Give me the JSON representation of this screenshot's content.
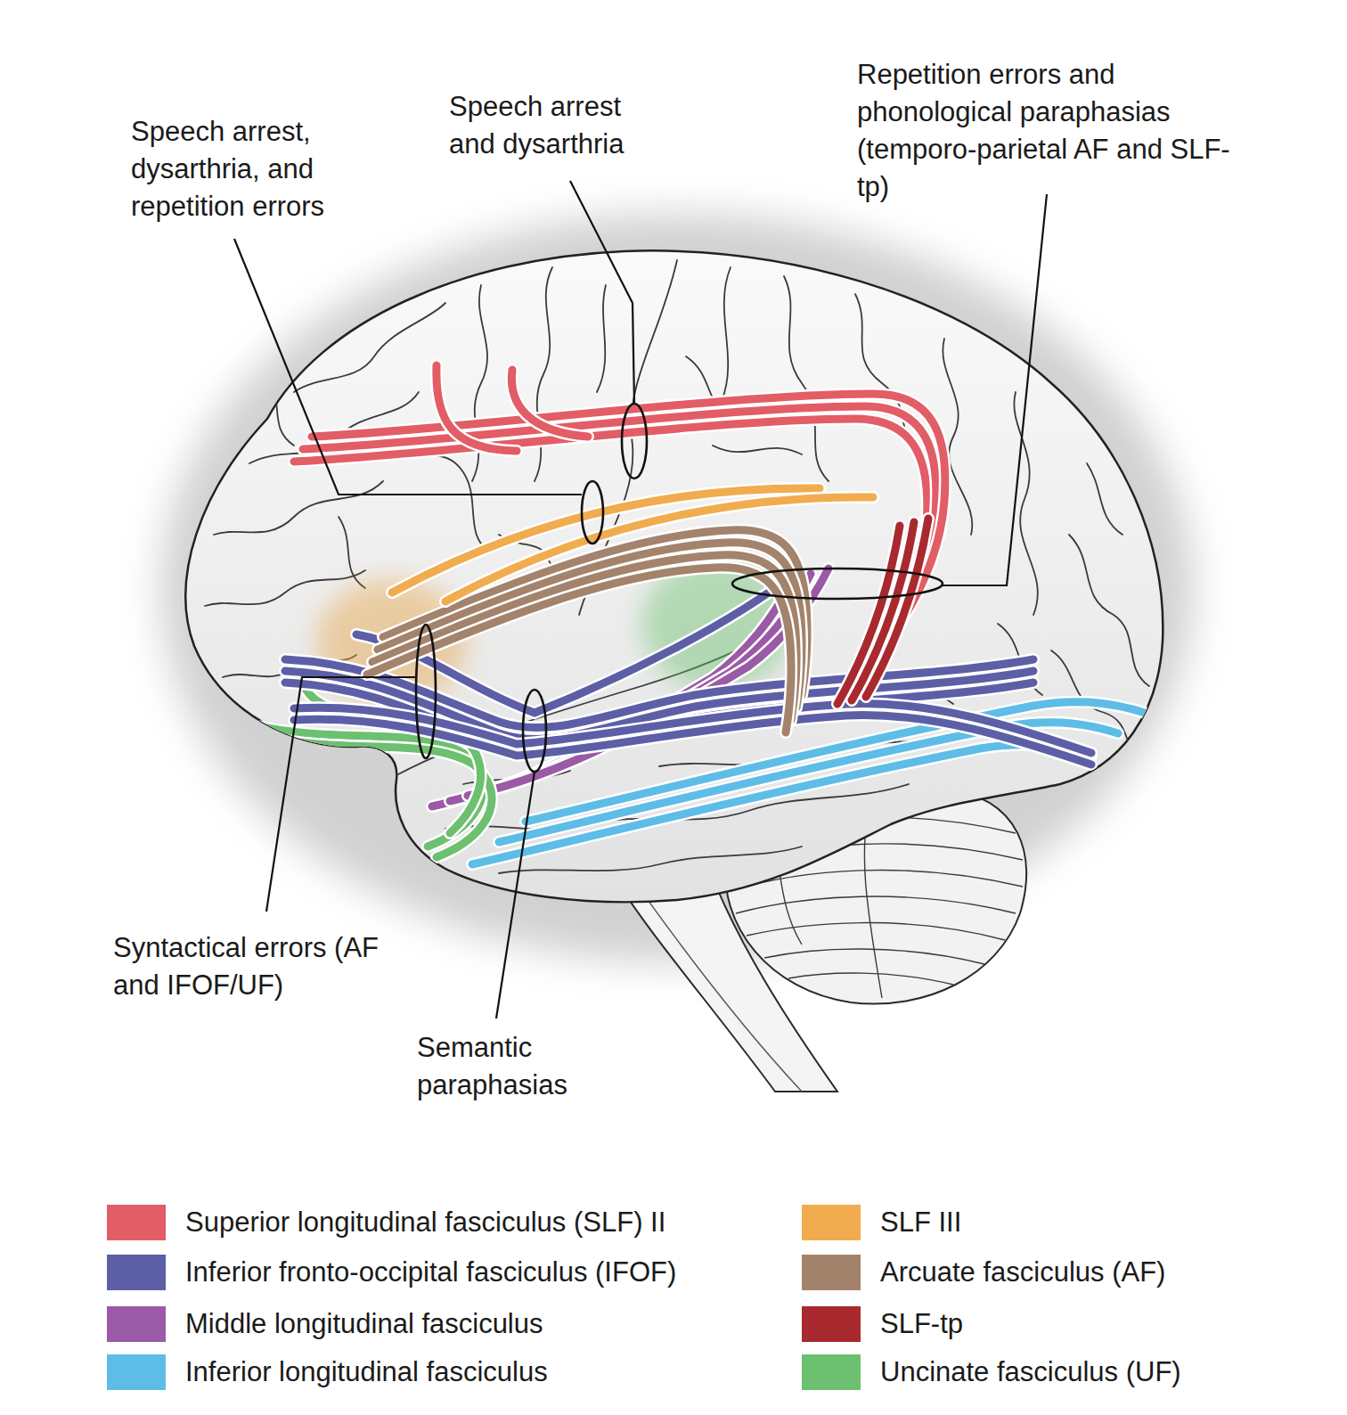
{
  "diagram": {
    "labels": [
      "Speech arrest, dysarthria, and repetition errors",
      "Speech arrest and dysarthria",
      "Repetition errors and phonological paraphasias (temporo-parietal AF and SLF-tp)",
      "Syntactical errors (AF and IFOF/UF)",
      "Semantic paraphasias"
    ],
    "legend": [
      {
        "text": "Superior longitudinal fasciculus (SLF) II",
        "color": "#e25d66"
      },
      {
        "text": "Inferior fronto-occipital fasciculus (IFOF)",
        "color": "#5c5fa6"
      },
      {
        "text": "Middle longitudinal fasciculus",
        "color": "#9a5aa5"
      },
      {
        "text": "Inferior longitudinal fasciculus",
        "color": "#5dbde6"
      },
      {
        "text": "SLF III",
        "color": "#f0ac4e"
      },
      {
        "text": "Arcuate fasciculus (AF)",
        "color": "#a3836b"
      },
      {
        "text": "SLF-tp",
        "color": "#a82a2e"
      },
      {
        "text": "Uncinate fasciculus (UF)",
        "color": "#6cc070"
      }
    ]
  }
}
